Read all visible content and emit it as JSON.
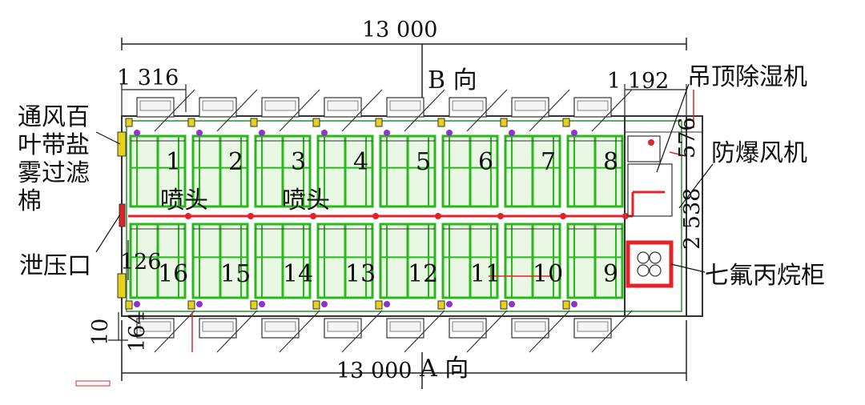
{
  "dimensions": {
    "top_length": "13 000",
    "bottom_length": "13 000",
    "left_module_width": "1 316",
    "right_section_width": "1 192",
    "right_dim_upper": "576",
    "right_dim_lower": "2 538",
    "left_dim_middle": "126",
    "left_dim_bottom_a": "164",
    "left_dim_bottom_b": "10"
  },
  "directions": {
    "top": "B 向",
    "bottom": "A 向"
  },
  "labels": {
    "ventilation_louver": [
      "通风百",
      "叶带盐",
      "雾过滤",
      "棉"
    ],
    "pressure_relief": "泄压口",
    "ceiling_dehumidifier": "吊顶除湿机",
    "explosion_proof_fan": "防爆风机",
    "hfc_cabinet": "七氟丙烷柜",
    "nozzle_1": "喷头",
    "nozzle_2": "喷头"
  },
  "racks": {
    "top_row": [
      "1",
      "2",
      "3",
      "4",
      "5",
      "6",
      "7",
      "8"
    ],
    "bottom_row": [
      "16",
      "15",
      "14",
      "13",
      "12",
      "11",
      "10",
      "9"
    ]
  },
  "colors": {
    "rack_green": "#27b81a",
    "pipe_red": "#e3232a",
    "frame_dark": "#333333",
    "leader_red": "#e3232a",
    "purple_dot": "#8e34c9",
    "yellow_mark": "#e6d21a"
  }
}
